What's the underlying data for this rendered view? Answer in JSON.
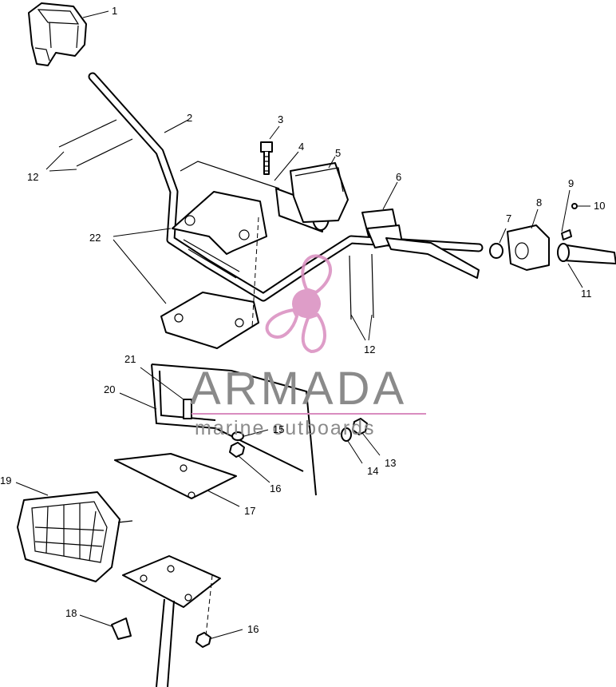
{
  "callouts": {
    "c1": "1",
    "c2": "2",
    "c3": "3",
    "c4": "4",
    "c5": "5",
    "c6": "6",
    "c7": "7",
    "c8": "8",
    "c9": "9",
    "c10": "10",
    "c11": "11",
    "c12a": "12",
    "c12b": "12",
    "c13": "13",
    "c14": "14",
    "c15": "15",
    "c16a": "16",
    "c16b": "16",
    "c17": "17",
    "c18": "18",
    "c19": "19",
    "c20": "20",
    "c21": "21",
    "c22": "22"
  },
  "watermark": {
    "brand": "ARMADA",
    "tagline": "marine outboards",
    "logo_color": "#d98cbf",
    "text_color": "#8a8a8a"
  }
}
